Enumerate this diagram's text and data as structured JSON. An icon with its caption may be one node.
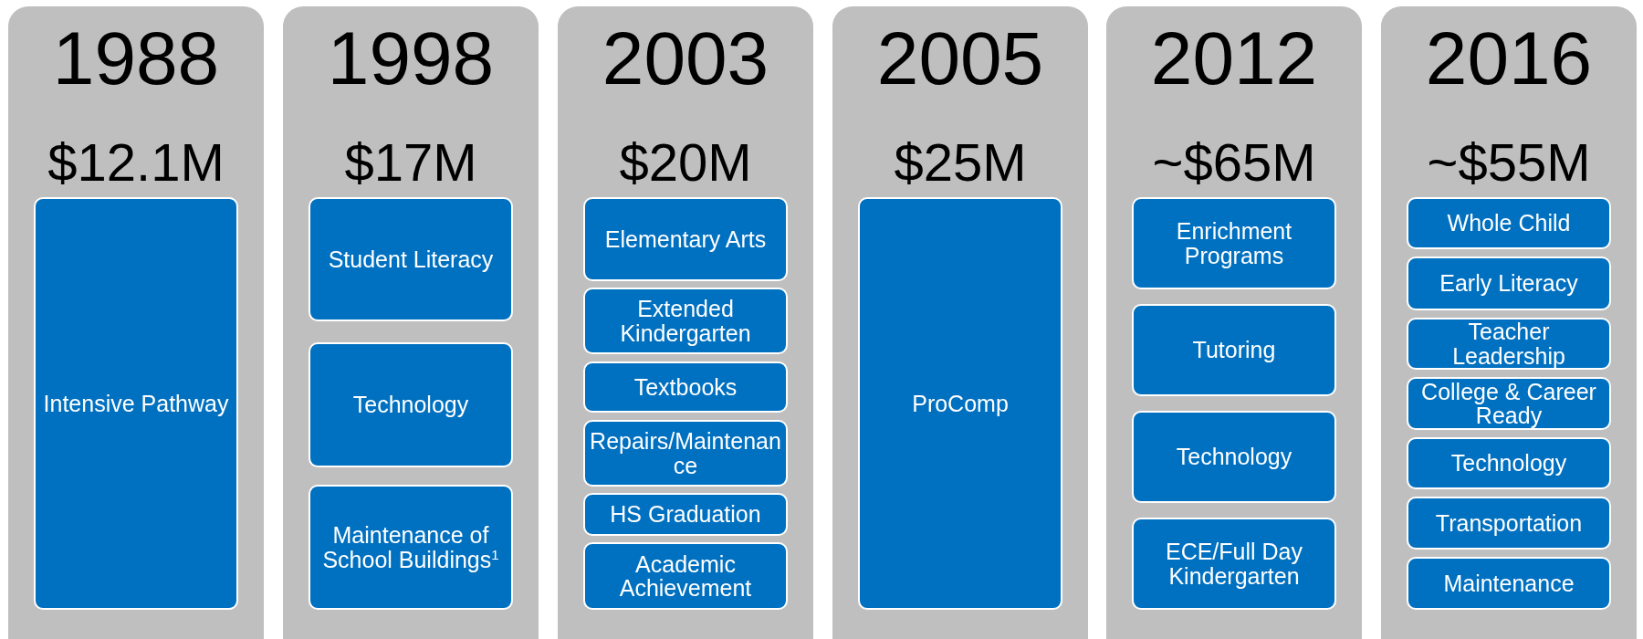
{
  "diagram": {
    "nodes": [
      {
        "text": [
          "1988",
          "$12.1M"
        ]
      },
      {
        "text": [
          "Intensive Pathway"
        ],
        "in": 0
      },
      {
        "text": [
          "1998",
          "$17M"
        ]
      },
      {
        "text": [
          "Student Literacy"
        ],
        "in": 2
      },
      {
        "text": [
          "Technology"
        ],
        "in": 2
      },
      {
        "text": [
          "Maintenance of School Buildings$^{1}$"
        ],
        "in": 2
      },
      {
        "text": [
          "2003",
          "$20M"
        ]
      },
      {
        "text": [
          "Elementary Arts"
        ],
        "in": 6
      },
      {
        "text": [
          "Extended Kindergarten"
        ],
        "in": 6
      },
      {
        "text": [
          "Textbooks"
        ],
        "in": 6
      },
      {
        "text": [
          "Repairs/Maintenance"
        ],
        "in": 6
      },
      {
        "text": [
          "HS Graduation"
        ],
        "in": 6
      },
      {
        "text": [
          "Academic Achievement"
        ],
        "in": 6
      },
      {
        "text": [
          "2005",
          "$25M"
        ]
      },
      {
        "text": [
          "ProComp"
        ],
        "in": 13
      },
      {
        "text": [
          "2012",
          "~$65M"
        ]
      },
      {
        "text": [
          "Enrichment Programs"
        ],
        "in": 15
      },
      {
        "text": [
          "Tutoring"
        ],
        "in": 15
      },
      {
        "text": [
          "Technology"
        ],
        "in": 15
      },
      {
        "text": [
          "ECE/Full Day Kindergarten"
        ],
        "in": 15
      },
      {
        "text": [
          "2016",
          "~$55M"
        ]
      },
      {
        "text": [
          "Whole Child"
        ],
        "in": 20
      },
      {
        "text": [
          "Early Literacy"
        ],
        "in": 20
      },
      {
        "text": [
          "Teacher Leadership"
        ],
        "in": 20
      },
      {
        "text": [
          "College & Career Ready"
        ],
        "in": 20
      },
      {
        "text": [
          "Technology"
        ],
        "in": 20
      },
      {
        "text": [
          "Transportation"
        ],
        "in": 20
      },
      {
        "text": [
          "Maintenance"
        ],
        "in": 20
      }
    ]
  }
}
